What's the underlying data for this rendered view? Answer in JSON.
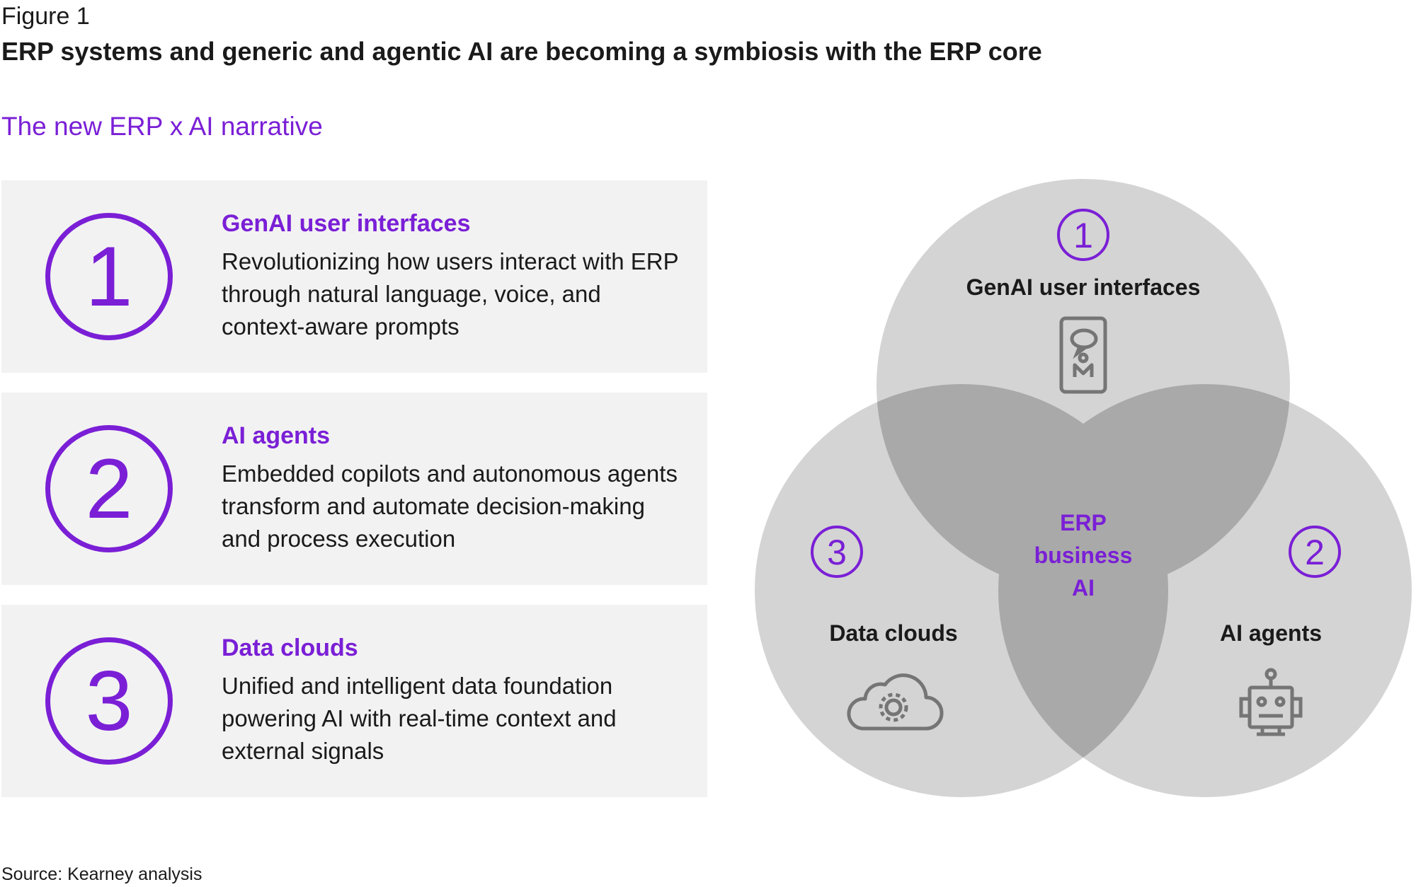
{
  "figure_label": "Figure 1",
  "title": "ERP systems and generic and agentic AI are becoming a symbiosis with the ERP core",
  "subtitle": "The new ERP x AI narrative",
  "cards": [
    {
      "number": "1",
      "heading": "GenAI user interfaces",
      "description": "Revolutionizing how users interact with ERP through natural language, voice, and context-aware prompts"
    },
    {
      "number": "2",
      "heading": "AI agents",
      "description": "Embedded copilots and autonomous agents transform and automate decision-making and process execution"
    },
    {
      "number": "3",
      "heading": "Data clouds",
      "description": "Unified and intelligent data foundation powering AI with real-time context and external signals"
    }
  ],
  "venn": {
    "top": {
      "number": "1",
      "label": "GenAI user interfaces",
      "icon": "mobile-chat-icon"
    },
    "right": {
      "number": "2",
      "label": "AI agents",
      "icon": "robot-icon"
    },
    "left": {
      "number": "3",
      "label": "Data clouds",
      "icon": "cloud-gear-icon"
    },
    "center": {
      "line1": "ERP",
      "line2": "business",
      "line3": "AI"
    },
    "colors": {
      "circle": "#d4d4d4",
      "overlap": "#a9a9a9",
      "accent": "#7a1fd6",
      "icon": "#757575"
    }
  },
  "source": "Source: Kearney analysis"
}
